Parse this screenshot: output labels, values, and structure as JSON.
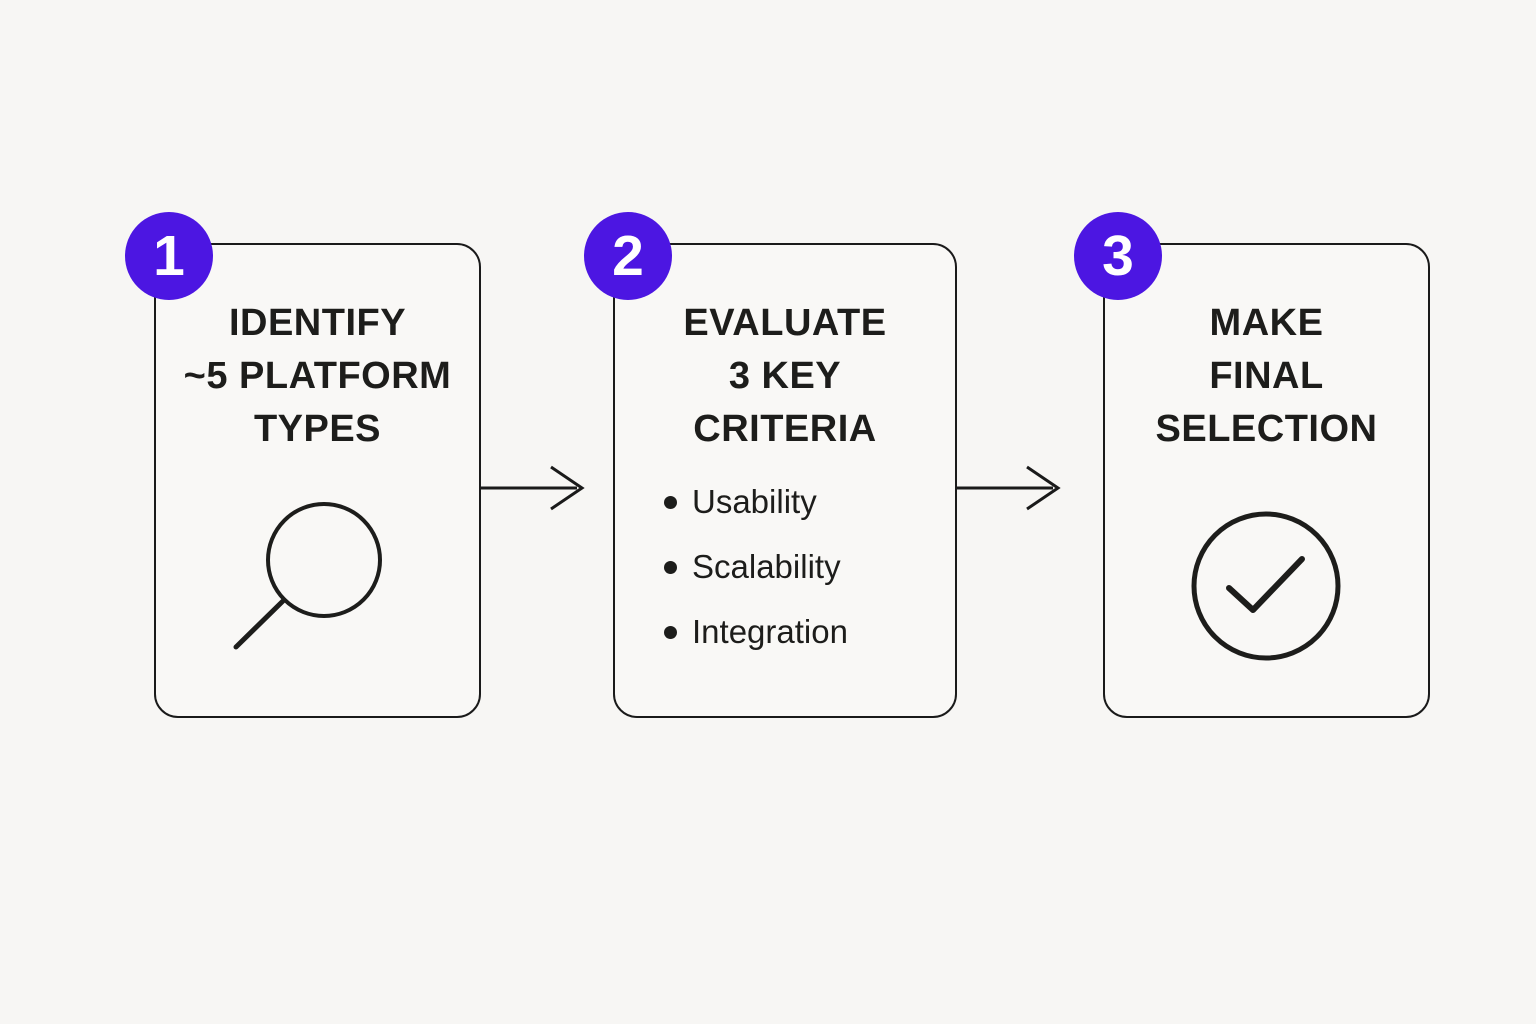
{
  "colors": {
    "background": "#f7f6f4",
    "card": "#f9f8f6",
    "border": "#1a1a1a",
    "accent": "#4c16e2",
    "badge_text": "#ffffff",
    "text": "#1d1d1b"
  },
  "steps": [
    {
      "badge": "1",
      "title_lines": [
        "IDENTIFY",
        "~5 PLATFORM",
        "TYPES"
      ],
      "icon": "magnifier-icon"
    },
    {
      "badge": "2",
      "title_lines": [
        "EVALUATE",
        "3 KEY",
        "CRITERIA"
      ],
      "bullets": [
        "Usability",
        "Scalability",
        "Integration"
      ]
    },
    {
      "badge": "3",
      "title_lines": [
        "MAKE",
        "FINAL",
        "SELECTION"
      ],
      "icon": "check-circle-icon"
    }
  ]
}
